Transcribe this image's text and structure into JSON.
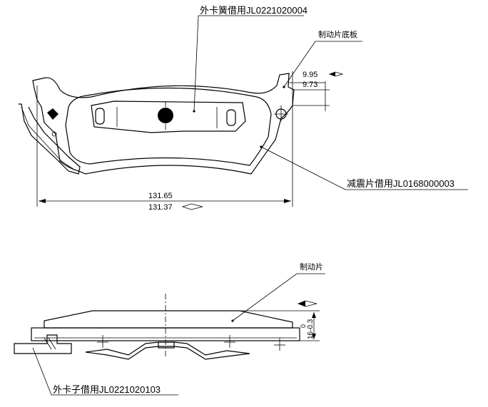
{
  "top_view": {
    "labels": {
      "spring_clip": "外卡簧借用JL0221020004",
      "backplate": "制动片底板",
      "shim": "减震片借用JL0168000003"
    },
    "dimensions": {
      "tab_height_max": "9.95",
      "tab_height_min": "9.73",
      "length_max": "131.65",
      "length_min": "131.37"
    }
  },
  "side_view": {
    "labels": {
      "pad": "制动片",
      "clip": "外卡子借用JL0221020103"
    },
    "dimensions": {
      "thickness_upper_tol": "0",
      "thickness": "16-0.3"
    }
  }
}
